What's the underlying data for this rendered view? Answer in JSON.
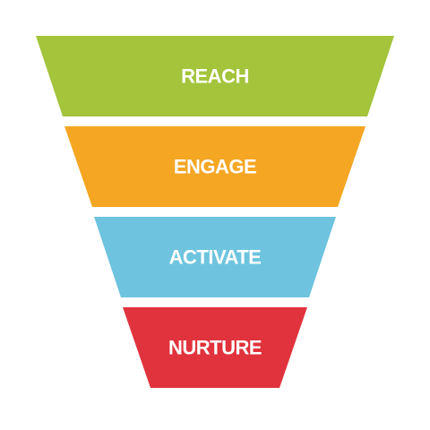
{
  "funnel": {
    "stages": [
      {
        "label": "REACH",
        "color": "#a3c43b"
      },
      {
        "label": "ENGAGE",
        "color": "#f5a623"
      },
      {
        "label": "ACTIVATE",
        "color": "#6ec4de"
      },
      {
        "label": "NURTURE",
        "color": "#e0333d"
      }
    ]
  }
}
